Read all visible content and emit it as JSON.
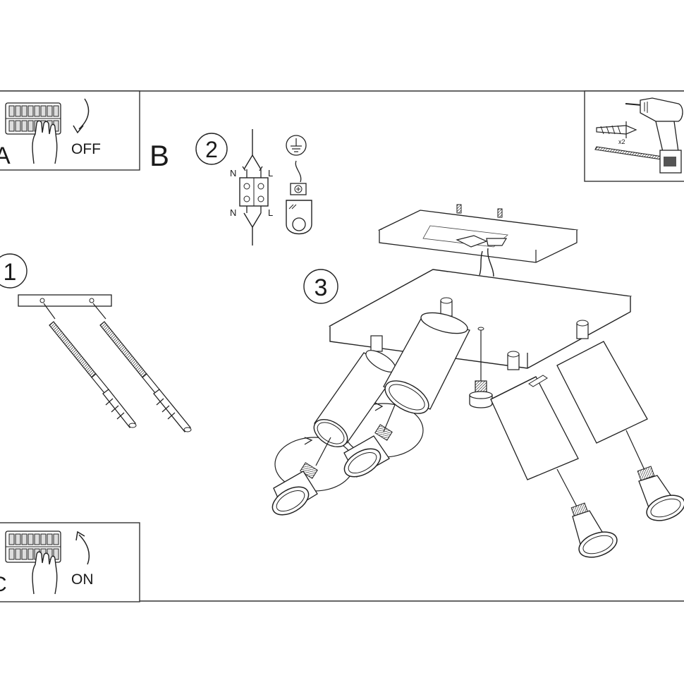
{
  "panels": {
    "power_off": {
      "letter": "A",
      "label": "OFF"
    },
    "power_on": {
      "letter": "C",
      "label": "ON"
    },
    "tools": {
      "anchor_qty": "x2"
    }
  },
  "steps": {
    "b_label": "B",
    "s1": "1",
    "s2": "2",
    "s3": "3"
  },
  "wiring": {
    "neutral": "N",
    "live": "L"
  }
}
